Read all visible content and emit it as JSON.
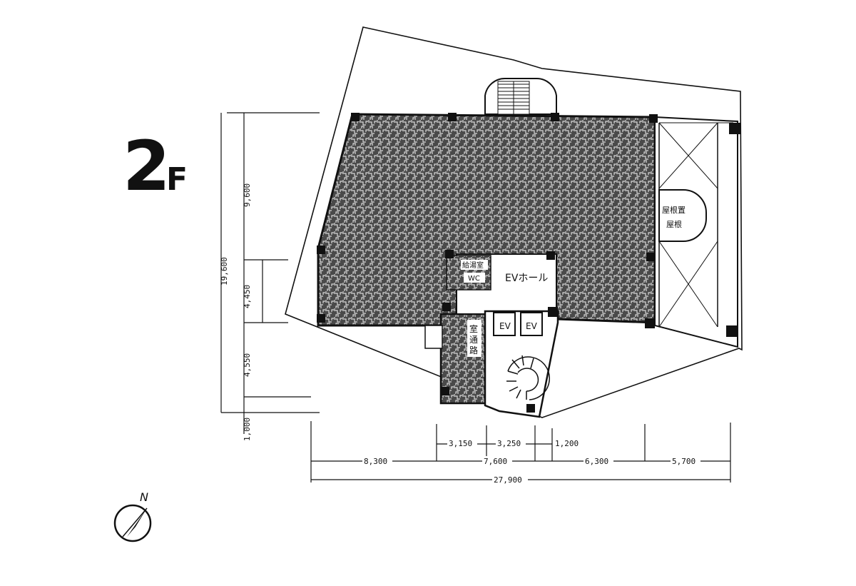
{
  "floor": {
    "number": "2",
    "suffix": "F"
  },
  "rooms": {
    "ev_hall": "EVホール",
    "elevator_1": "EV",
    "elevator_2": "EV",
    "passage_1": "通",
    "passage_2": "路",
    "passage_3": "室",
    "room_right_1": "屋根置",
    "room_right_2": "屋根",
    "room_mid_1": "給湯室",
    "room_mid_2": "WC"
  },
  "dimensions": {
    "vertical": {
      "total": "19,600",
      "top": "9,600",
      "middle": "4,450",
      "bottom": "4,550",
      "offset": "1,000"
    },
    "horizontal": {
      "small_1": "3,150",
      "small_2": "3,250",
      "small_3": "1,200",
      "span_1": "8,300",
      "span_2": "7,600",
      "span_3": "6,300",
      "span_4": "5,700",
      "total": "27,900"
    }
  },
  "compass": {
    "label": "N"
  },
  "colors": {
    "ink": "#111111",
    "paper": "#ffffff",
    "hatch": "#3a3a3a"
  }
}
